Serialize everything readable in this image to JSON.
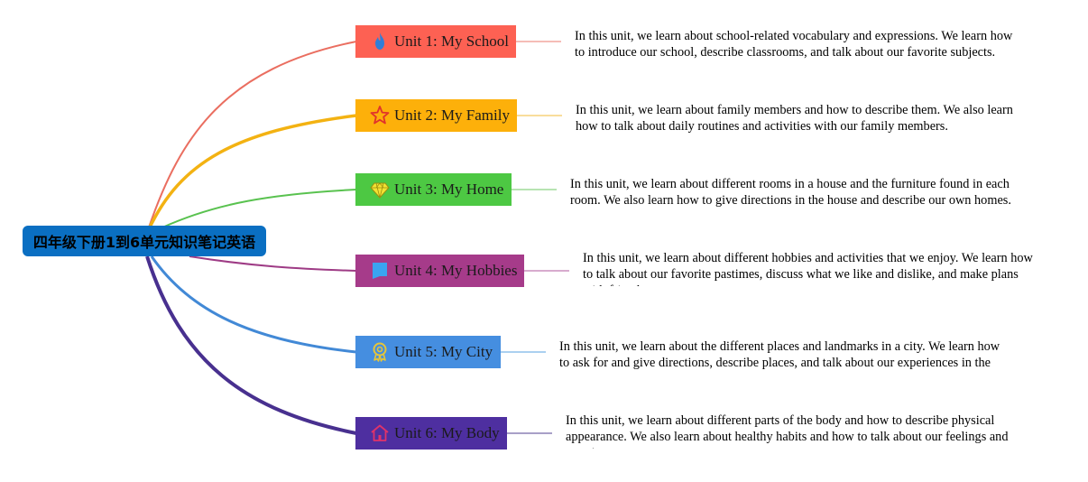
{
  "root": {
    "title": "四年级下册1到6单元知识笔记英语",
    "color": "#0a6fc2"
  },
  "units": [
    {
      "label": "Unit 1: My School",
      "color": "#fd6153",
      "line": "#ea6e60",
      "icon": "flame-icon",
      "note": "In this unit, we learn about school-related vocabulary and expressions. We learn how to introduce our school, describe classrooms, and talk about our favorite subjects."
    },
    {
      "label": "Unit 2: My Family",
      "color": "#fdb00a",
      "line": "#f3b212",
      "icon": "star-icon",
      "note": "In this unit, we learn about family members and how to describe them. We also learn how to talk about daily routines and activities with our family members."
    },
    {
      "label": "Unit 3: My Home",
      "color": "#4dc843",
      "line": "#59c24f",
      "icon": "gem-icon",
      "note": "In this unit, we learn about different rooms in a house and the furniture found in each room. We also learn how to give directions in the house and describe our own homes."
    },
    {
      "label": "Unit 4: My Hobbies",
      "color": "#a63b8a",
      "line": "#9e3b85",
      "icon": "flag-icon",
      "note": "In this unit, we learn about different hobbies and activities that we enjoy. We learn how to talk about our favorite pastimes, discuss what we like and dislike, and make plans with friends."
    },
    {
      "label": "Unit 5: My City",
      "color": "#458ee0",
      "line": "#4289d6",
      "icon": "medal-icon",
      "note": "In this unit, we learn about the different places and landmarks in a city. We learn how to ask for and give directions, describe places, and talk about our experiences in the city."
    },
    {
      "label": "Unit 6: My Body",
      "color": "#4e2fa0",
      "line": "#48308f",
      "icon": "home-icon",
      "note": "In this unit, we learn about different parts of the body and how to describe physical appearance. We also learn about healthy habits and how to talk about our feelings and emotions."
    }
  ]
}
